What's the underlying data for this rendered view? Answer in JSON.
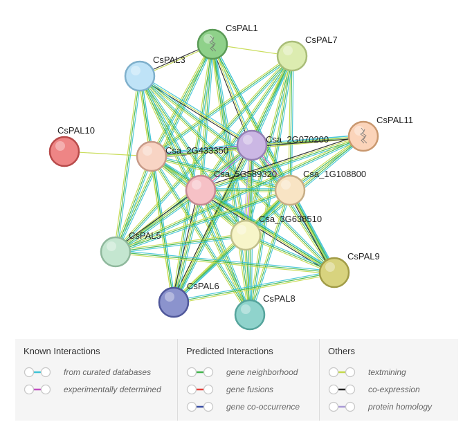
{
  "network": {
    "nodes": [
      {
        "id": "CsPAL1",
        "label": "CsPAL1",
        "color": "#8fd18a",
        "stroke": "#5a9a56",
        "glyph": "structure"
      },
      {
        "id": "CsPAL7",
        "label": "CsPAL7",
        "color": "#dcecb0",
        "stroke": "#a9bd78"
      },
      {
        "id": "CsPAL3",
        "label": "CsPAL3",
        "color": "#bfe3f7",
        "stroke": "#7fb0cc"
      },
      {
        "id": "CsPAL10",
        "label": "CsPAL10",
        "color": "#ee8585",
        "stroke": "#b84a4a"
      },
      {
        "id": "Csa_2G433350",
        "label": "Csa_2G433350",
        "color": "#f8d4c4",
        "stroke": "#c79a88"
      },
      {
        "id": "Csa_2G070200",
        "label": "Csa_2G070200",
        "color": "#cbb7e4",
        "stroke": "#9480b3"
      },
      {
        "id": "CsPAL11",
        "label": "CsPAL11",
        "color": "#fbd4ba",
        "stroke": "#c9986f",
        "glyph": "structure"
      },
      {
        "id": "Csa_5G589320",
        "label": "Csa_5G589320",
        "color": "#f6c1c6",
        "stroke": "#c48990"
      },
      {
        "id": "Csa_1G108800",
        "label": "Csa_1G108800",
        "color": "#f8e4c4",
        "stroke": "#c6ad86"
      },
      {
        "id": "Csa_3G638510",
        "label": "Csa_3G638510",
        "color": "#f7f5c9",
        "stroke": "#c1bf8a"
      },
      {
        "id": "CsPAL5",
        "label": "CsPAL5",
        "color": "#c4e6d0",
        "stroke": "#8fb89c"
      },
      {
        "id": "CsPAL9",
        "label": "CsPAL9",
        "color": "#d8d37e",
        "stroke": "#a19c47"
      },
      {
        "id": "CsPAL6",
        "label": "CsPAL6",
        "color": "#8b93cd",
        "stroke": "#4f579a"
      },
      {
        "id": "CsPAL8",
        "label": "CsPAL8",
        "color": "#8fd3cc",
        "stroke": "#55a49c"
      }
    ],
    "edges": [
      [
        "CsPAL10",
        "Csa_2G433350",
        "textmining"
      ],
      [
        "CsPAL1",
        "CsPAL3",
        "textmining",
        "coexpression"
      ],
      [
        "CsPAL1",
        "CsPAL7",
        "textmining"
      ],
      [
        "CsPAL1",
        "Csa_2G433350",
        "database",
        "neighborhood",
        "textmining"
      ],
      [
        "CsPAL1",
        "Csa_2G070200",
        "database",
        "textmining",
        "coexpression"
      ],
      [
        "CsPAL1",
        "Csa_5G589320",
        "database",
        "neighborhood",
        "textmining"
      ],
      [
        "CsPAL1",
        "Csa_1G108800",
        "database",
        "neighborhood",
        "textmining"
      ],
      [
        "CsPAL1",
        "Csa_3G638510",
        "database",
        "neighborhood",
        "textmining"
      ],
      [
        "CsPAL1",
        "CsPAL5",
        "database",
        "neighborhood",
        "textmining"
      ],
      [
        "CsPAL1",
        "CsPAL6",
        "database",
        "neighborhood",
        "textmining"
      ],
      [
        "CsPAL1",
        "CsPAL8",
        "database",
        "neighborhood",
        "textmining"
      ],
      [
        "CsPAL1",
        "CsPAL9",
        "database",
        "neighborhood",
        "textmining"
      ],
      [
        "CsPAL7",
        "Csa_2G433350",
        "database",
        "neighborhood",
        "textmining"
      ],
      [
        "CsPAL7",
        "Csa_2G070200",
        "database",
        "neighborhood",
        "textmining"
      ],
      [
        "CsPAL7",
        "Csa_5G589320",
        "database",
        "neighborhood",
        "textmining"
      ],
      [
        "CsPAL7",
        "Csa_1G108800",
        "database",
        "neighborhood",
        "textmining"
      ],
      [
        "CsPAL7",
        "Csa_3G638510",
        "database",
        "neighborhood",
        "textmining"
      ],
      [
        "CsPAL7",
        "CsPAL5",
        "database",
        "neighborhood",
        "textmining"
      ],
      [
        "CsPAL7",
        "CsPAL6",
        "database",
        "neighborhood",
        "textmining"
      ],
      [
        "CsPAL7",
        "CsPAL8",
        "database",
        "neighborhood",
        "textmining"
      ],
      [
        "CsPAL3",
        "Csa_2G433350",
        "database",
        "neighborhood",
        "textmining"
      ],
      [
        "CsPAL3",
        "Csa_2G070200",
        "database",
        "textmining",
        "coexpression"
      ],
      [
        "CsPAL3",
        "Csa_5G589320",
        "database",
        "neighborhood",
        "textmining"
      ],
      [
        "CsPAL3",
        "Csa_1G108800",
        "database",
        "neighborhood",
        "textmining"
      ],
      [
        "CsPAL3",
        "Csa_3G638510",
        "database",
        "neighborhood",
        "textmining"
      ],
      [
        "CsPAL3",
        "CsPAL5",
        "database",
        "neighborhood",
        "textmining"
      ],
      [
        "CsPAL3",
        "CsPAL6",
        "database",
        "neighborhood",
        "textmining"
      ],
      [
        "CsPAL3",
        "CsPAL8",
        "database",
        "neighborhood",
        "textmining"
      ],
      [
        "CsPAL3",
        "CsPAL9",
        "database",
        "neighborhood",
        "textmining"
      ],
      [
        "Csa_2G433350",
        "Csa_2G070200",
        "database",
        "experimental",
        "textmining",
        "homology"
      ],
      [
        "Csa_2G433350",
        "CsPAL11",
        "database",
        "neighborhood",
        "textmining"
      ],
      [
        "Csa_2G433350",
        "Csa_5G589320",
        "database",
        "neighborhood",
        "textmining"
      ],
      [
        "Csa_2G433350",
        "Csa_1G108800",
        "database",
        "neighborhood",
        "textmining"
      ],
      [
        "Csa_2G433350",
        "Csa_3G638510",
        "database",
        "neighborhood",
        "textmining"
      ],
      [
        "Csa_2G433350",
        "CsPAL5",
        "database",
        "neighborhood",
        "textmining"
      ],
      [
        "Csa_2G433350",
        "CsPAL6",
        "database",
        "neighborhood",
        "textmining"
      ],
      [
        "Csa_2G433350",
        "CsPAL8",
        "database",
        "neighborhood",
        "textmining"
      ],
      [
        "Csa_2G433350",
        "CsPAL9",
        "database",
        "neighborhood",
        "textmining"
      ],
      [
        "Csa_2G070200",
        "CsPAL11",
        "database",
        "textmining",
        "coexpression"
      ],
      [
        "Csa_2G070200",
        "Csa_5G589320",
        "database",
        "experimental",
        "textmining",
        "homology"
      ],
      [
        "Csa_2G070200",
        "Csa_1G108800",
        "database",
        "experimental",
        "textmining",
        "homology"
      ],
      [
        "Csa_2G070200",
        "Csa_3G638510",
        "database",
        "experimental",
        "textmining",
        "homology"
      ],
      [
        "Csa_2G070200",
        "CsPAL5",
        "database",
        "neighborhood",
        "textmining"
      ],
      [
        "Csa_2G070200",
        "CsPAL6",
        "database",
        "neighborhood",
        "textmining",
        "coexpression"
      ],
      [
        "Csa_2G070200",
        "CsPAL8",
        "database",
        "neighborhood",
        "textmining"
      ],
      [
        "Csa_2G070200",
        "CsPAL9",
        "database",
        "neighborhood",
        "textmining"
      ],
      [
        "CsPAL11",
        "Csa_5G589320",
        "database",
        "neighborhood",
        "textmining",
        "coexpression"
      ],
      [
        "CsPAL11",
        "Csa_1G108800",
        "database",
        "neighborhood",
        "textmining"
      ],
      [
        "CsPAL11",
        "Csa_3G638510",
        "database",
        "neighborhood",
        "textmining"
      ],
      [
        "CsPAL11",
        "CsPAL5",
        "database",
        "neighborhood",
        "textmining"
      ],
      [
        "Csa_5G589320",
        "Csa_1G108800",
        "database",
        "neighborhood",
        "textmining"
      ],
      [
        "Csa_5G589320",
        "Csa_3G638510",
        "database",
        "neighborhood",
        "textmining"
      ],
      [
        "Csa_5G589320",
        "CsPAL5",
        "database",
        "neighborhood",
        "textmining",
        "coexpression"
      ],
      [
        "Csa_5G589320",
        "CsPAL6",
        "database",
        "neighborhood",
        "textmining",
        "coexpression"
      ],
      [
        "Csa_5G589320",
        "CsPAL8",
        "database",
        "neighborhood",
        "textmining"
      ],
      [
        "Csa_5G589320",
        "CsPAL9",
        "database",
        "neighborhood",
        "textmining",
        "coexpression"
      ],
      [
        "Csa_1G108800",
        "Csa_3G638510",
        "database",
        "neighborhood",
        "textmining"
      ],
      [
        "Csa_1G108800",
        "CsPAL5",
        "database",
        "neighborhood",
        "textmining"
      ],
      [
        "Csa_1G108800",
        "CsPAL6",
        "database",
        "neighborhood",
        "textmining"
      ],
      [
        "Csa_1G108800",
        "CsPAL8",
        "database",
        "neighborhood",
        "textmining"
      ],
      [
        "Csa_1G108800",
        "CsPAL9",
        "database",
        "neighborhood",
        "textmining",
        "coexpression"
      ],
      [
        "Csa_3G638510",
        "CsPAL5",
        "database",
        "neighborhood",
        "textmining"
      ],
      [
        "Csa_3G638510",
        "CsPAL6",
        "database",
        "neighborhood",
        "textmining"
      ],
      [
        "Csa_3G638510",
        "CsPAL8",
        "database",
        "neighborhood",
        "textmining"
      ],
      [
        "Csa_3G638510",
        "CsPAL9",
        "database",
        "neighborhood",
        "textmining"
      ],
      [
        "CsPAL5",
        "CsPAL9",
        "database",
        "neighborhood",
        "textmining"
      ],
      [
        "CsPAL6",
        "CsPAL9",
        "database",
        "neighborhood",
        "textmining"
      ]
    ]
  },
  "edge_colors": {
    "database": "#3ec3d6",
    "experimental": "#c14fc1",
    "neighborhood": "#3fb54a",
    "fusion": "#e8413a",
    "cooccurrence": "#3a4fa6",
    "textmining": "#c4d94a",
    "coexpression": "#222222",
    "homology": "#a99ad6"
  },
  "legend": {
    "groups": [
      {
        "title": "Known Interactions",
        "items": [
          {
            "label": "from curated databases",
            "type": "database"
          },
          {
            "label": "experimentally determined",
            "type": "experimental"
          }
        ]
      },
      {
        "title": "Predicted Interactions",
        "items": [
          {
            "label": "gene neighborhood",
            "type": "neighborhood"
          },
          {
            "label": "gene fusions",
            "type": "fusion"
          },
          {
            "label": "gene co-occurrence",
            "type": "cooccurrence"
          }
        ]
      },
      {
        "title": "Others",
        "items": [
          {
            "label": "textmining",
            "type": "textmining"
          },
          {
            "label": "co-expression",
            "type": "coexpression"
          },
          {
            "label": "protein homology",
            "type": "homology"
          }
        ]
      }
    ]
  }
}
